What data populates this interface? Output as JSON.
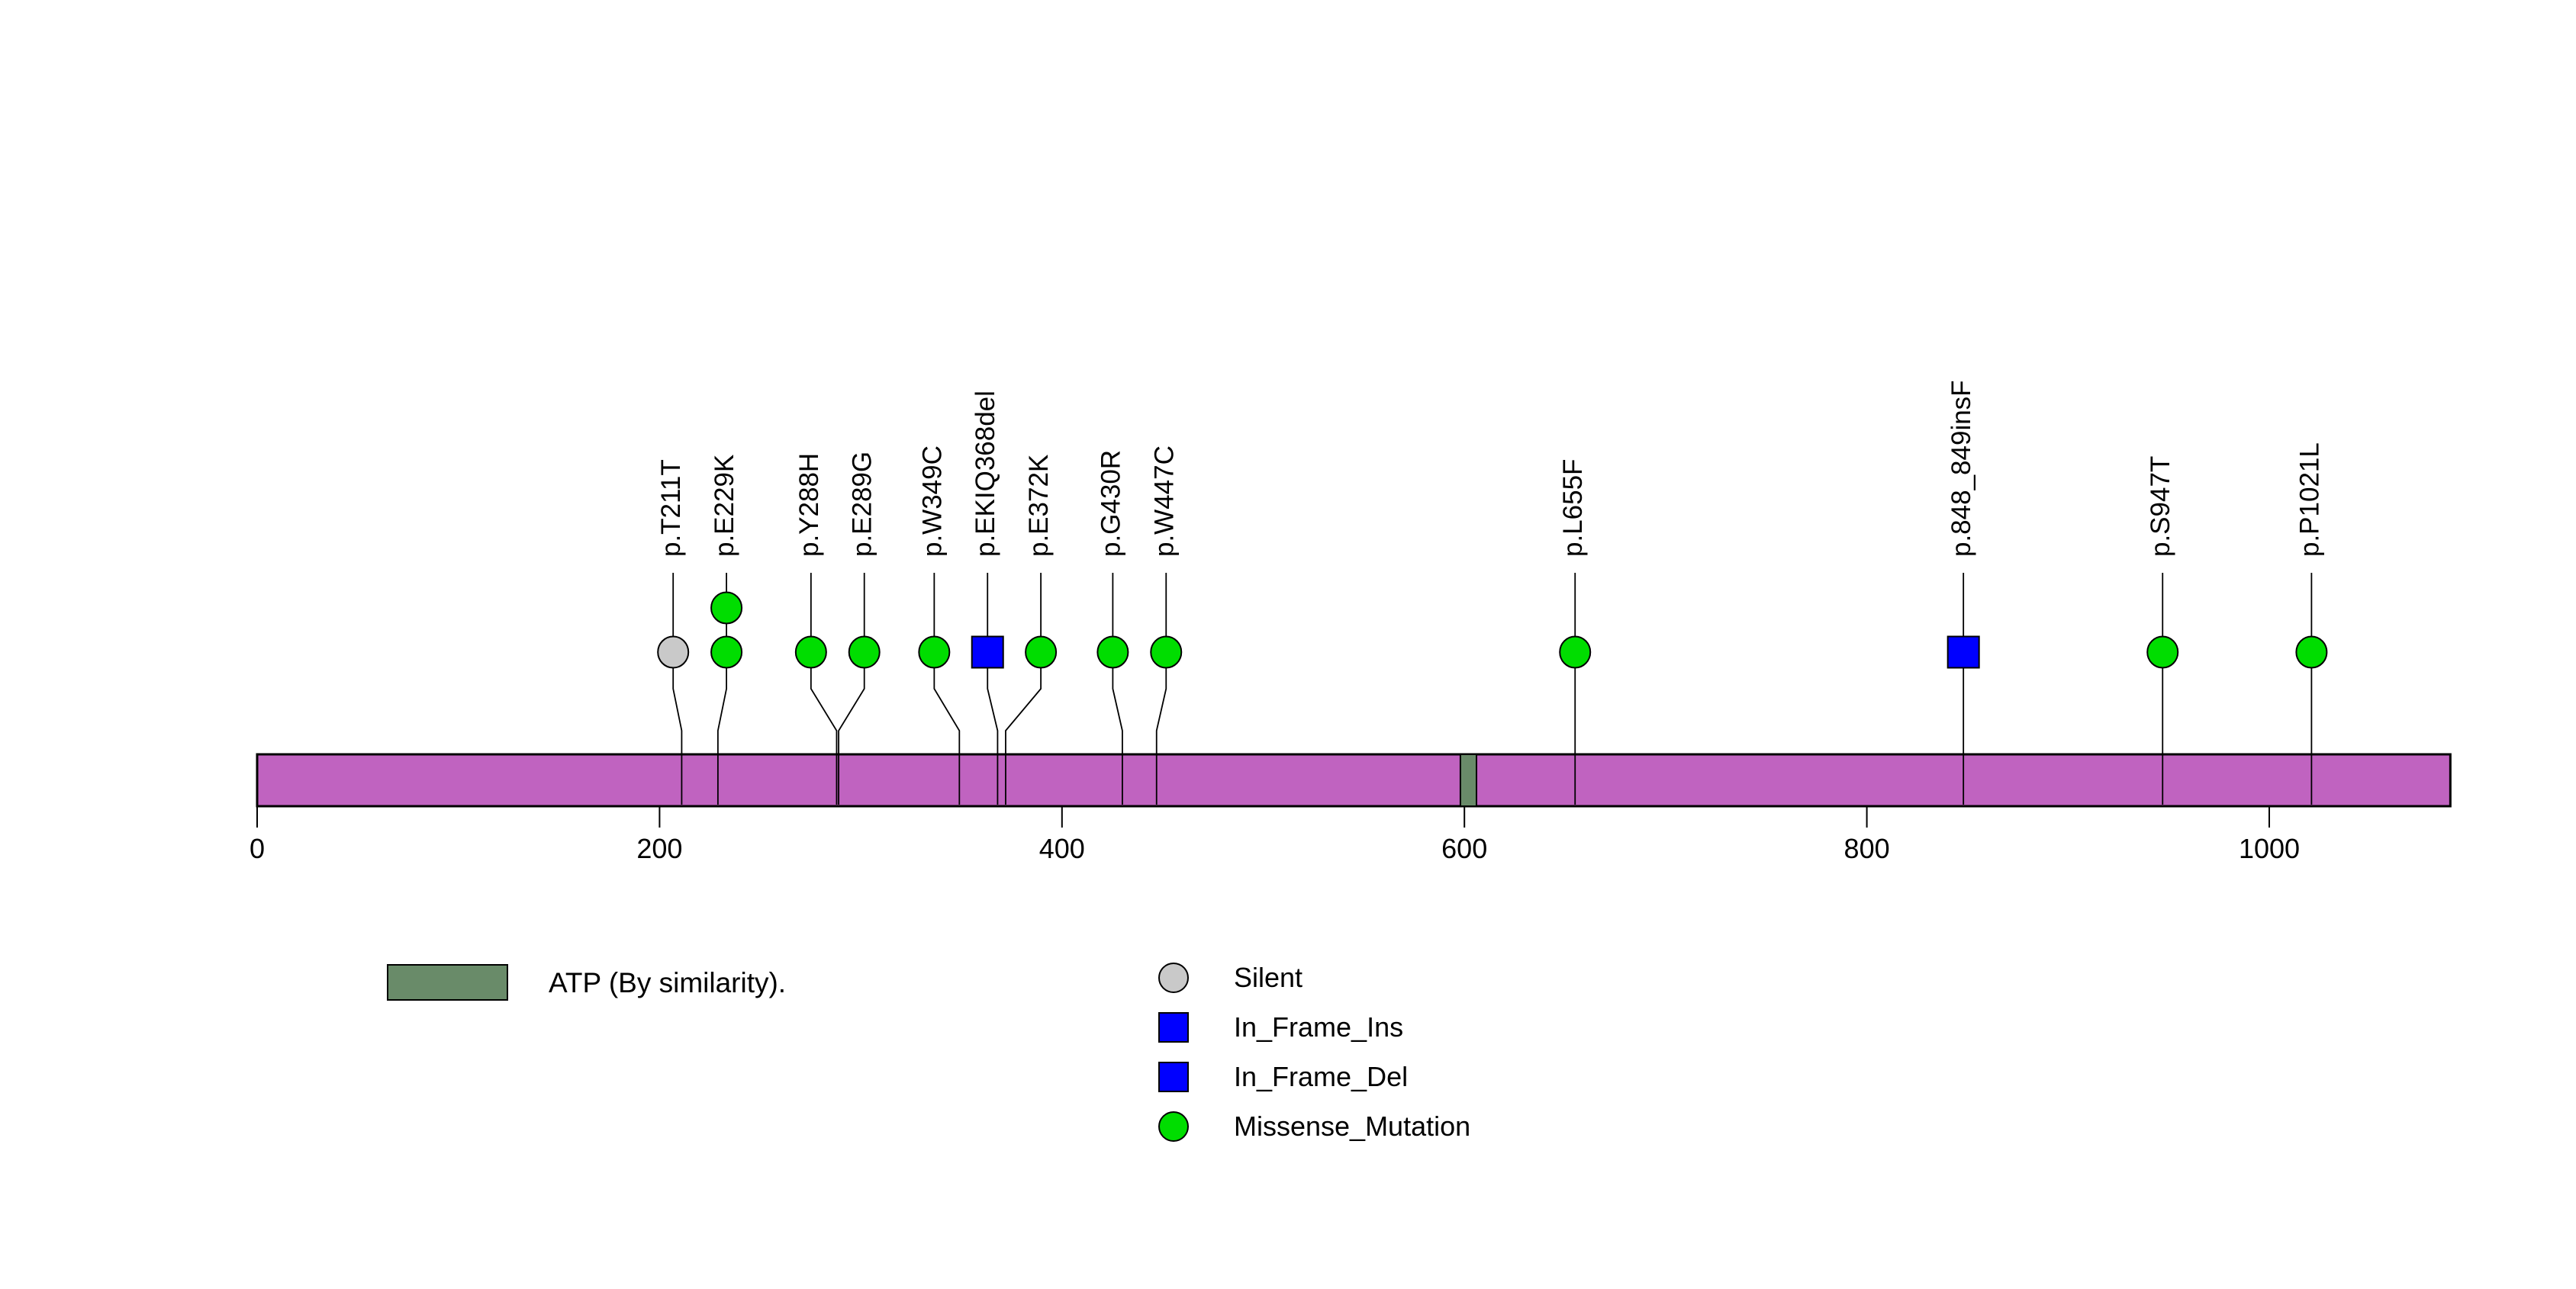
{
  "chart_data": {
    "type": "scatter",
    "subtype": "lollipop_mutation_diagram",
    "title": "",
    "xlabel": "",
    "ylabel": "",
    "xlim": [
      0,
      1090
    ],
    "x_ticks": [
      0,
      200,
      400,
      600,
      800,
      1000
    ],
    "grid": false,
    "legend_position": "bottom",
    "protein_length": 1090,
    "backbone_color": "#C063C0",
    "backbone_border_color": "#000000",
    "domains": [
      {
        "label": "ATP (By similarity).",
        "start": 598,
        "end": 606,
        "color": "#698B69"
      }
    ],
    "mutations": [
      {
        "label": "p.T211T",
        "position": 211,
        "count": 1,
        "type": "Silent"
      },
      {
        "label": "p.E229K",
        "position": 229,
        "count": 2,
        "type": "Missense_Mutation"
      },
      {
        "label": "p.Y288H",
        "position": 288,
        "count": 1,
        "type": "Missense_Mutation"
      },
      {
        "label": "p.E289G",
        "position": 289,
        "count": 1,
        "type": "Missense_Mutation"
      },
      {
        "label": "p.W349C",
        "position": 349,
        "count": 1,
        "type": "Missense_Mutation"
      },
      {
        "label": "p.EKIQ368del",
        "position": 368,
        "count": 1,
        "type": "In_Frame_Del"
      },
      {
        "label": "p.E372K",
        "position": 372,
        "count": 1,
        "type": "Missense_Mutation"
      },
      {
        "label": "p.G430R",
        "position": 430,
        "count": 1,
        "type": "Missense_Mutation"
      },
      {
        "label": "p.W447C",
        "position": 447,
        "count": 1,
        "type": "Missense_Mutation"
      },
      {
        "label": "p.L655F",
        "position": 655,
        "count": 1,
        "type": "Missense_Mutation"
      },
      {
        "label": "p.848_849insF",
        "position": 848,
        "count": 1,
        "type": "In_Frame_Ins"
      },
      {
        "label": "p.S947T",
        "position": 947,
        "count": 1,
        "type": "Missense_Mutation"
      },
      {
        "label": "p.P1021L",
        "position": 1021,
        "count": 1,
        "type": "Missense_Mutation"
      }
    ],
    "mutation_types": [
      {
        "label": "Silent",
        "shape": "circle",
        "color": "#C9C9C9"
      },
      {
        "label": "In_Frame_Ins",
        "shape": "square",
        "color": "#0000FF"
      },
      {
        "label": "In_Frame_Del",
        "shape": "square",
        "color": "#0000FF"
      },
      {
        "label": "Missense_Mutation",
        "shape": "circle",
        "color": "#00DD00"
      }
    ]
  }
}
